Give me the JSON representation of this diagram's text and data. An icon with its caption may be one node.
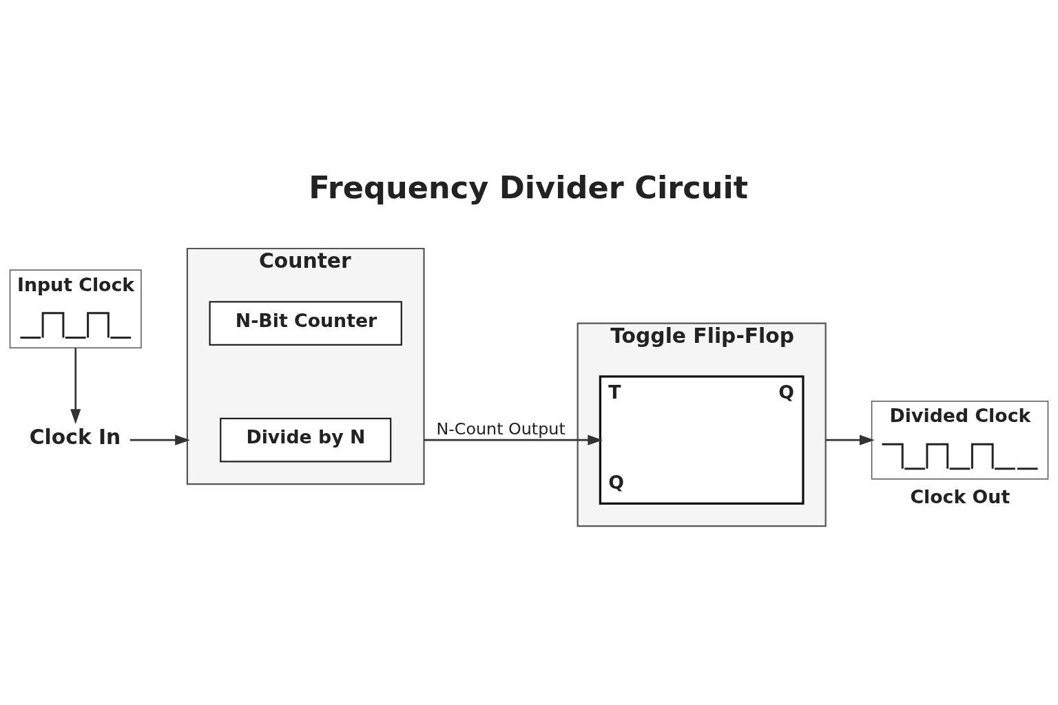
{
  "diagram": {
    "title": "Frequency Divider Circuit",
    "nodes": [
      {
        "text": [
          "Input Clock"
        ]
      },
      {
        "text": [
          "Clock In"
        ]
      },
      {
        "text": [
          "Counter"
        ]
      },
      {
        "text": [
          "N-Bit Counter"
        ],
        "in": 2
      },
      {
        "text": [
          "Divide by N"
        ],
        "in": 2
      },
      {
        "text": [
          "Toggle Flip-Flop"
        ]
      },
      {
        "text": [
          "T",
          "Q",
          "Q"
        ],
        "in": 5
      },
      {
        "text": [
          "Divided Clock"
        ],
        "beside": [
          "Clock Out"
        ]
      }
    ],
    "edges": [
      {
        "from": 0,
        "to": 1,
        "arrow": "to"
      },
      {
        "from": 1,
        "to": 2,
        "arrow": "to"
      },
      {
        "from": 2,
        "to": 6,
        "arrow": "to",
        "label": "N-Count Output"
      },
      {
        "from": 5,
        "to": 7,
        "arrow": "to"
      }
    ]
  }
}
